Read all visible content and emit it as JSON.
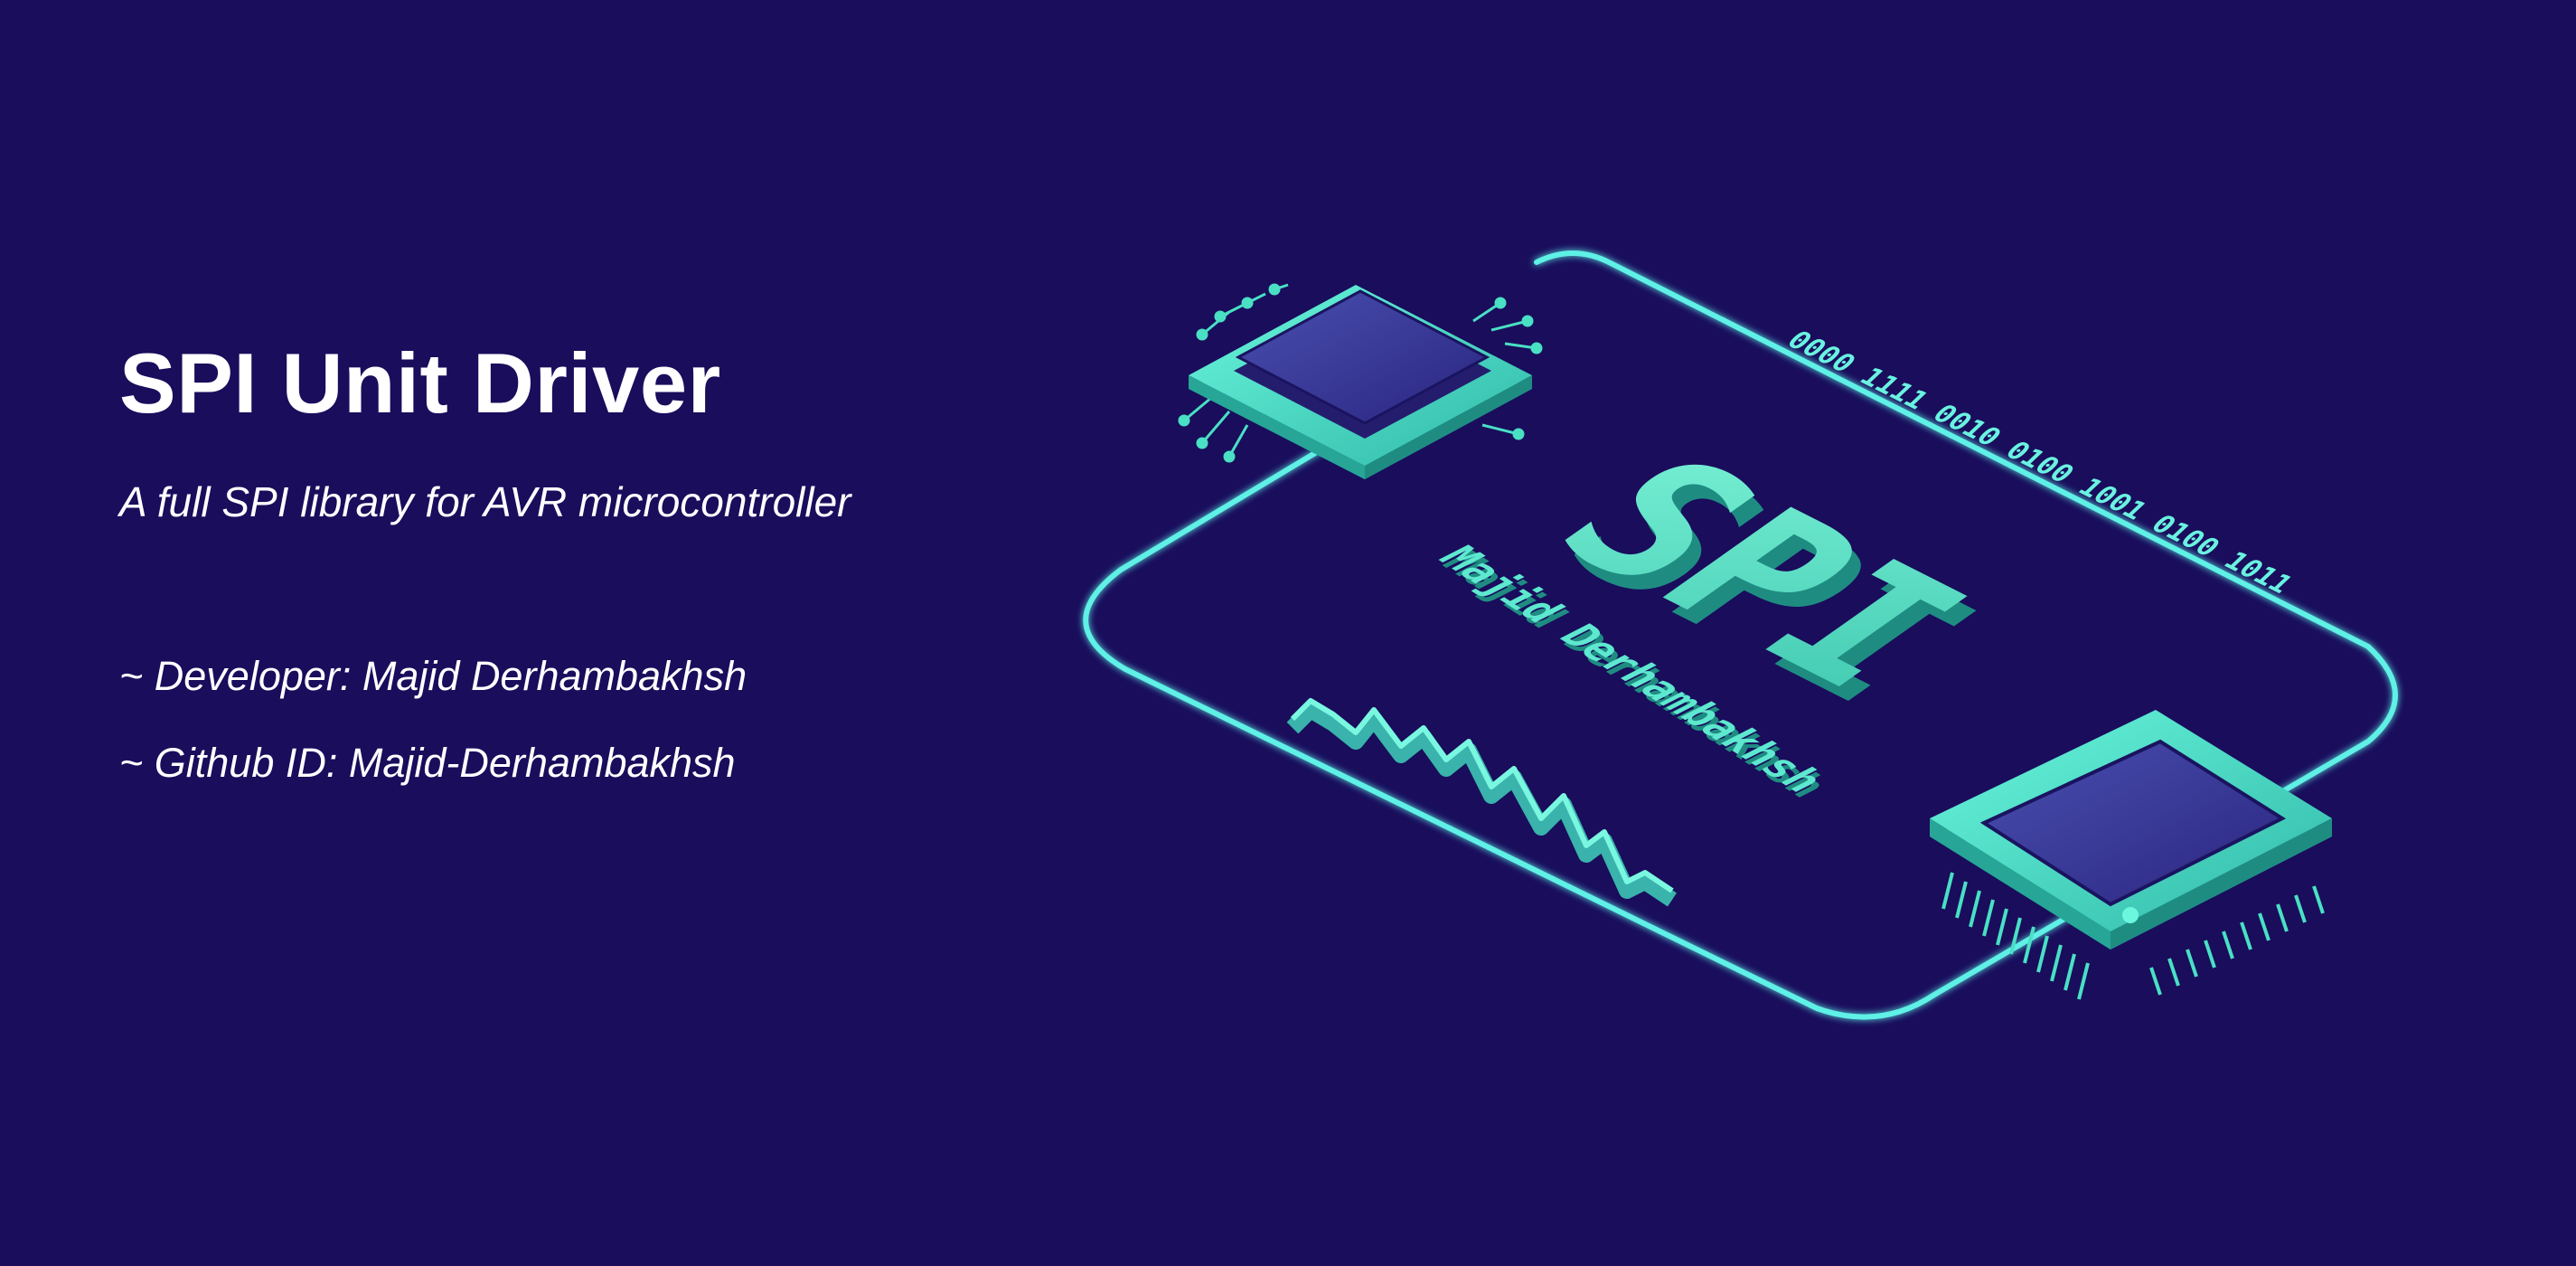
{
  "header": {
    "title": "SPI Unit Driver",
    "subtitle": "A full SPI library for AVR microcontroller"
  },
  "credits": {
    "developer": "~ Developer: Majid Derhambakhsh",
    "github": "~ Github ID: Majid-Derhambakhsh"
  },
  "illustration": {
    "logo_text": "SPI",
    "logo_author": "Majid Derhambakhsh",
    "binary_stream": "0000 1111 0010 0100 1001 0100 1011"
  },
  "colors": {
    "background": "#190d5c",
    "accent": "#49e0c4",
    "trace": "#5ff0e6",
    "chip_top": "#3a3a9a"
  }
}
